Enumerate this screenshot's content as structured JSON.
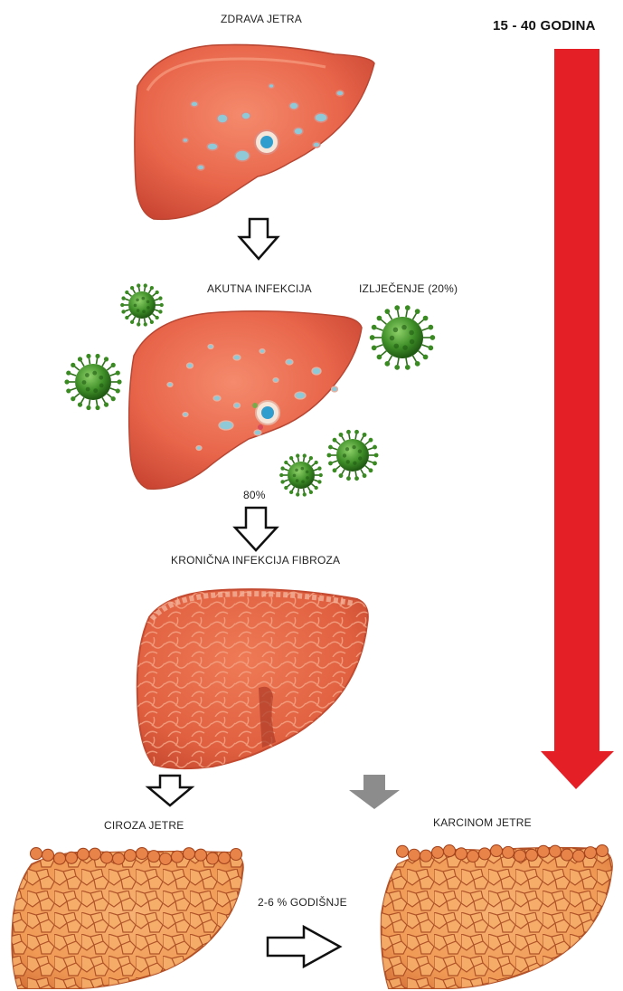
{
  "labels": {
    "healthy_liver": "ZDRAVA JETRA",
    "timespan": "15 - 40 GODINA",
    "acute_infection": "AKUTNA INFEKCIJA",
    "recovery": "IZLJEČENJE (20%)",
    "progression_rate": "80%",
    "chronic_fibrosis": "KRONIČNA INFEKCIJA FIBROZA",
    "cirrhosis": "CIROZA JETRE",
    "carcinoma": "KARCINOM JETRE",
    "annual_rate": "2-6 %  GODIŠNJE"
  },
  "colors": {
    "timeline_arrow": "#e41f26",
    "liver_healthy": "#e8654a",
    "liver_cirrhosis": "#f09a55",
    "virus": "#2f7a1e",
    "grey_arrow": "#8c8c8c"
  }
}
